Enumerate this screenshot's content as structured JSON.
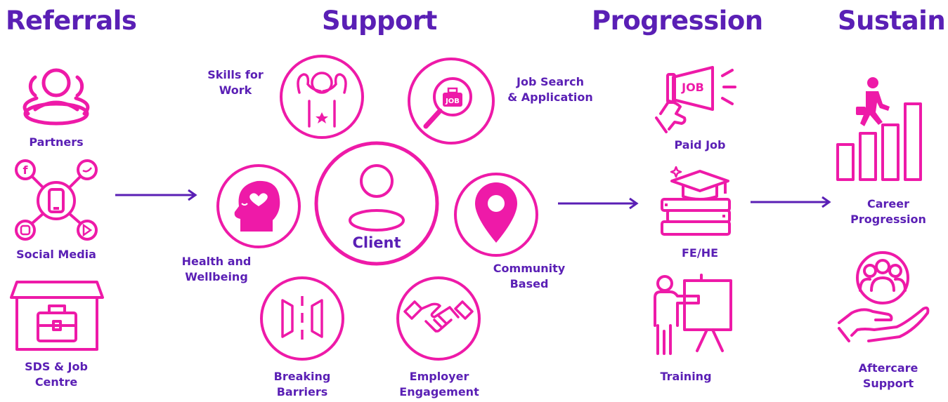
{
  "colors": {
    "purple": "#5a1fb5",
    "pink": "#ee1aa8"
  },
  "headers": {
    "referrals": "Referrals",
    "support": "Support",
    "progression": "Progression",
    "sustain": "Sustain"
  },
  "referrals": {
    "partners": "Partners",
    "social_media": "Social Media",
    "sds_line1": "SDS & Job",
    "sds_line2": "Centre"
  },
  "support": {
    "client": "Client",
    "skills_line1": "Skills for",
    "skills_line2": "Work",
    "job_search_line1": "Job Search",
    "job_search_line2": "& Application",
    "health_line1": "Health and",
    "health_line2": "Wellbeing",
    "community_line1": "Community",
    "community_line2": "Based",
    "barriers_line1": "Breaking",
    "barriers_line2": "Barriers",
    "employer_line1": "Employer",
    "employer_line2": "Engagement",
    "job_icon_text": "JOB"
  },
  "progression": {
    "paid_job": "Paid Job",
    "fe_he": "FE/HE",
    "training": "Training",
    "job_icon_text": "JOB"
  },
  "sustain": {
    "career_line1": "Career",
    "career_line2": "Progression",
    "aftercare_line1": "Aftercare",
    "aftercare_line2": "Support"
  }
}
